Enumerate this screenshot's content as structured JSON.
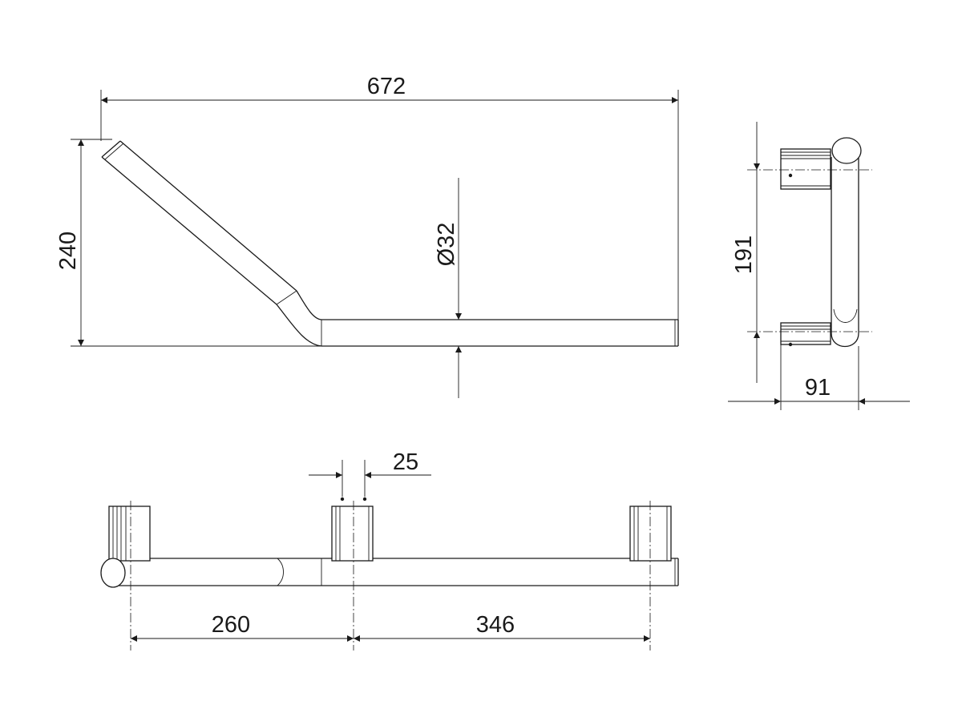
{
  "dimensions": {
    "overall_length": "672",
    "height": "240",
    "diameter": "Ø32",
    "side_height": "191",
    "projection": "91",
    "bracket_width": "25",
    "left_span": "260",
    "right_span": "346"
  }
}
